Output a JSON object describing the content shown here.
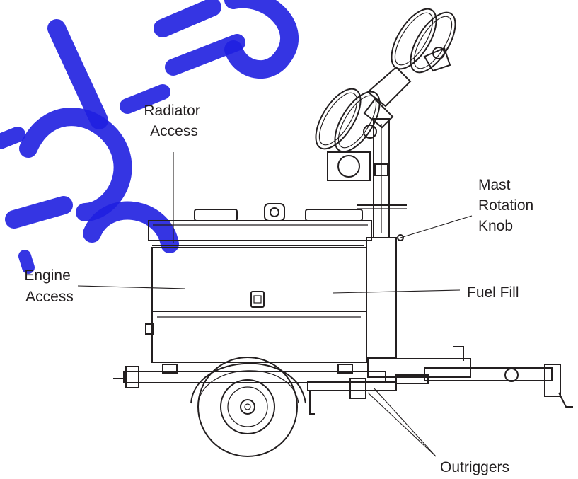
{
  "labels": {
    "radiator_access": [
      "Radiator",
      "Access"
    ],
    "mast_rotation_knob": [
      "Mast",
      "Rotation",
      "Knob"
    ],
    "engine_access": [
      "Engine",
      "Access"
    ],
    "fuel_fill": "Fuel Fill",
    "outriggers": "Outriggers"
  },
  "colors": {
    "line": "#231f20",
    "watermark": "#1f1fe0",
    "background": "#ffffff"
  }
}
